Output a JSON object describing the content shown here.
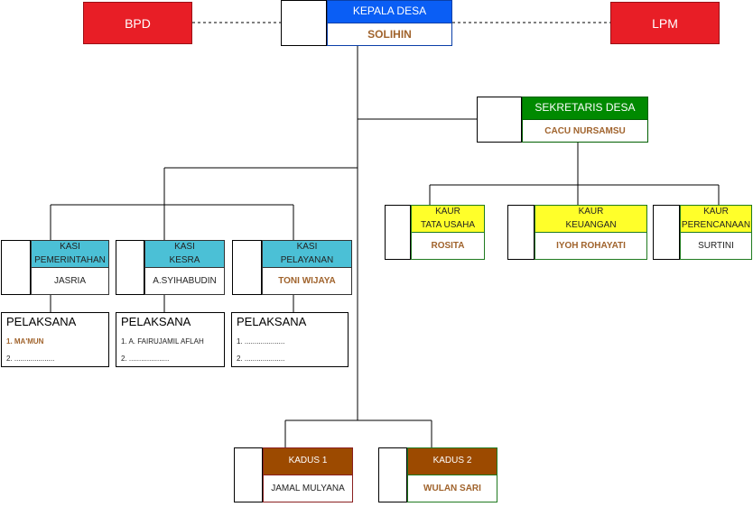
{
  "bpd": "BPD",
  "lpm": "LPM",
  "kepala_desa": {
    "title": "KEPALA DESA",
    "name": "SOLIHIN"
  },
  "sekretaris": {
    "title": "SEKRETARIS DESA",
    "name": "CACU NURSAMSU"
  },
  "kaur": [
    {
      "title_1": "KAUR",
      "title_2": "TATA USAHA",
      "name": "ROSITA"
    },
    {
      "title_1": "KAUR",
      "title_2": "KEUANGAN",
      "name": "IYOH ROHAYATI"
    },
    {
      "title_1": "KAUR",
      "title_2": "PERENCANAAN",
      "name": "SURTINI"
    }
  ],
  "kasi": [
    {
      "title_1": "KASI",
      "title_2": "PEMERINTAHAN",
      "name": "JASRIA"
    },
    {
      "title_1": "KASI",
      "title_2": "KESRA",
      "name": "A.SYIHABUDIN"
    },
    {
      "title_1": "KASI",
      "title_2": "PELAYANAN",
      "name": "TONI WIJAYA"
    }
  ],
  "pelaksana": [
    {
      "heading": "PELAKSANA",
      "item_1": "1. MA'MUN",
      "item_2": "2. ...................."
    },
    {
      "heading": "PELAKSANA",
      "item_1": "1. A. FAIRUJAMIL AFLAH",
      "item_2": "2. ...................."
    },
    {
      "heading": "PELAKSANA",
      "item_1": "1. ....................",
      "item_2": "2. ...................."
    }
  ],
  "kadus": [
    {
      "title": "KADUS 1",
      "name": "JAMAL MULYANA"
    },
    {
      "title": "KADUS 2",
      "name": "WULAN SARI"
    }
  ],
  "colors": {
    "red": "#e81e26",
    "blue": "#0a5ef5",
    "green": "#008a00",
    "yellow": "#ffff2a",
    "cyan": "#4bc0d6",
    "brown": "#9c4a00",
    "name_highlight": "#a0632c"
  }
}
